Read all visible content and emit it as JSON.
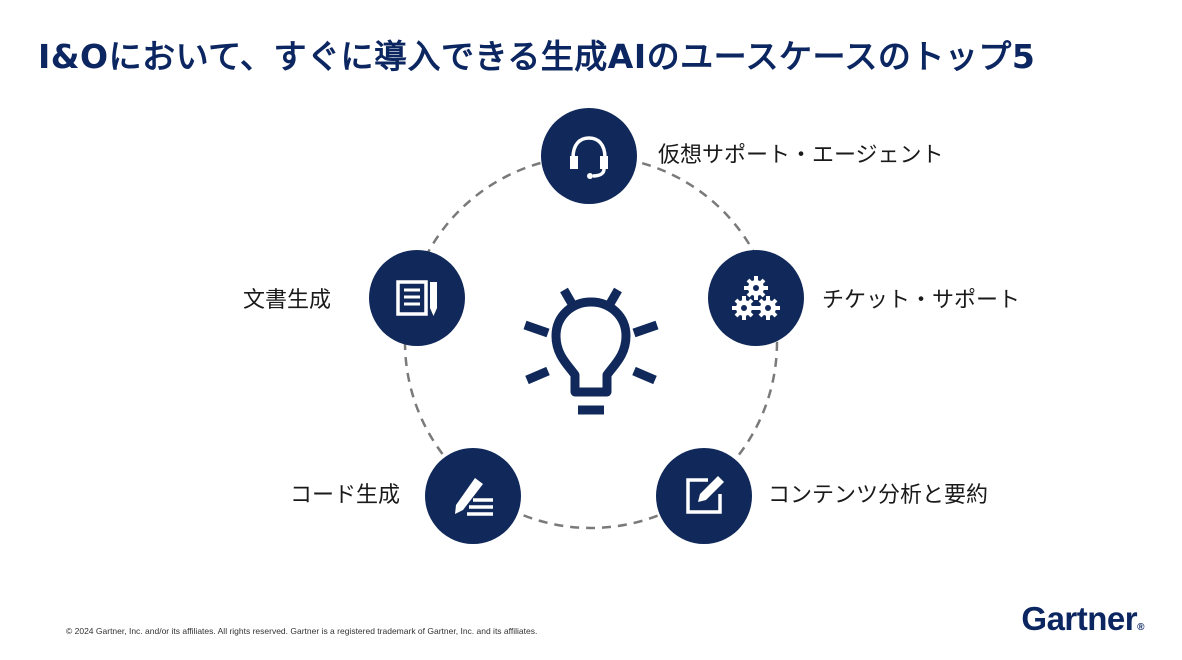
{
  "title": "I&Oにおいて、すぐに導入できる生成AIのユースケースのトップ5",
  "nodes": [
    {
      "label": "仮想サポート・エージェント",
      "icon": "headset-icon"
    },
    {
      "label": "チケット・サポート",
      "icon": "gears-icon"
    },
    {
      "label": "コンテンツ分析と要約",
      "icon": "edit-note-icon"
    },
    {
      "label": "コード生成",
      "icon": "pen-lines-icon"
    },
    {
      "label": "文書生成",
      "icon": "document-pencil-icon"
    }
  ],
  "center_icon": "lightbulb-icon",
  "colors": {
    "node": "#10295a",
    "title": "#0b2660",
    "ring": "#7a7a7a"
  },
  "footer": "© 2024 Gartner, Inc. and/or its affiliates. All rights reserved. Gartner is a registered trademark of Gartner, Inc. and its affiliates.",
  "logo": {
    "text": "Gartner",
    "mark": "®"
  }
}
